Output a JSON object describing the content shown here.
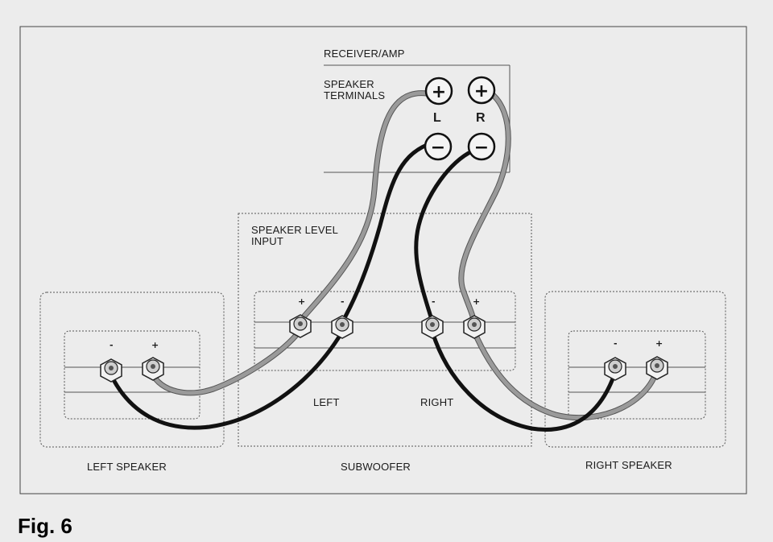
{
  "receiver": {
    "title": "RECEIVER/AMP",
    "terminals_label_line1": "SPEAKER",
    "terminals_label_line2": "TERMINALS",
    "left_channel": "L",
    "right_channel": "R",
    "plus": "+",
    "minus": "−"
  },
  "subwoofer": {
    "input_label_line1": "SPEAKER LEVEL",
    "input_label_line2": "INPUT",
    "left_label": "LEFT",
    "right_label": "RIGHT",
    "caption": "SUBWOOFER",
    "terminal_signs": [
      "+",
      "-",
      "-",
      "+"
    ]
  },
  "left_speaker": {
    "caption": "LEFT SPEAKER",
    "terminal_signs": [
      "-",
      "+"
    ]
  },
  "right_speaker": {
    "caption": "RIGHT SPEAKER",
    "terminal_signs": [
      "-",
      "+"
    ]
  },
  "figure_label": "Fig. 6",
  "colors": {
    "background": "#ececec",
    "wire_positive": "#9a9a9a",
    "wire_negative": "#111111"
  }
}
